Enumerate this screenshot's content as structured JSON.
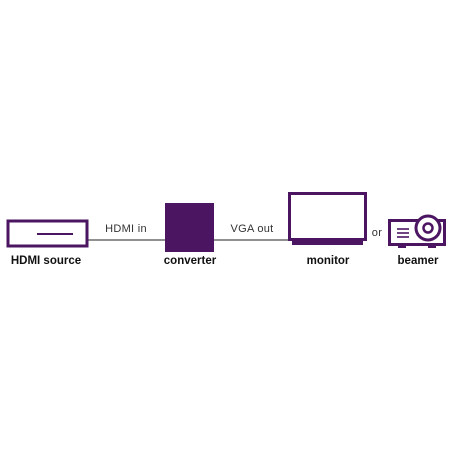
{
  "colors": {
    "device": "#4b1561",
    "line": "#222222",
    "text": "#111111"
  },
  "devices": {
    "source": {
      "label": "HDMI source",
      "icon": "hdmi-source-icon"
    },
    "converter": {
      "label": "converter",
      "icon": "converter-box-icon"
    },
    "monitor": {
      "label": "monitor",
      "icon": "monitor-icon"
    },
    "beamer": {
      "label": "beamer",
      "icon": "projector-icon"
    }
  },
  "connections": {
    "input": "HDMI in",
    "output": "VGA out",
    "alternative": "or"
  }
}
